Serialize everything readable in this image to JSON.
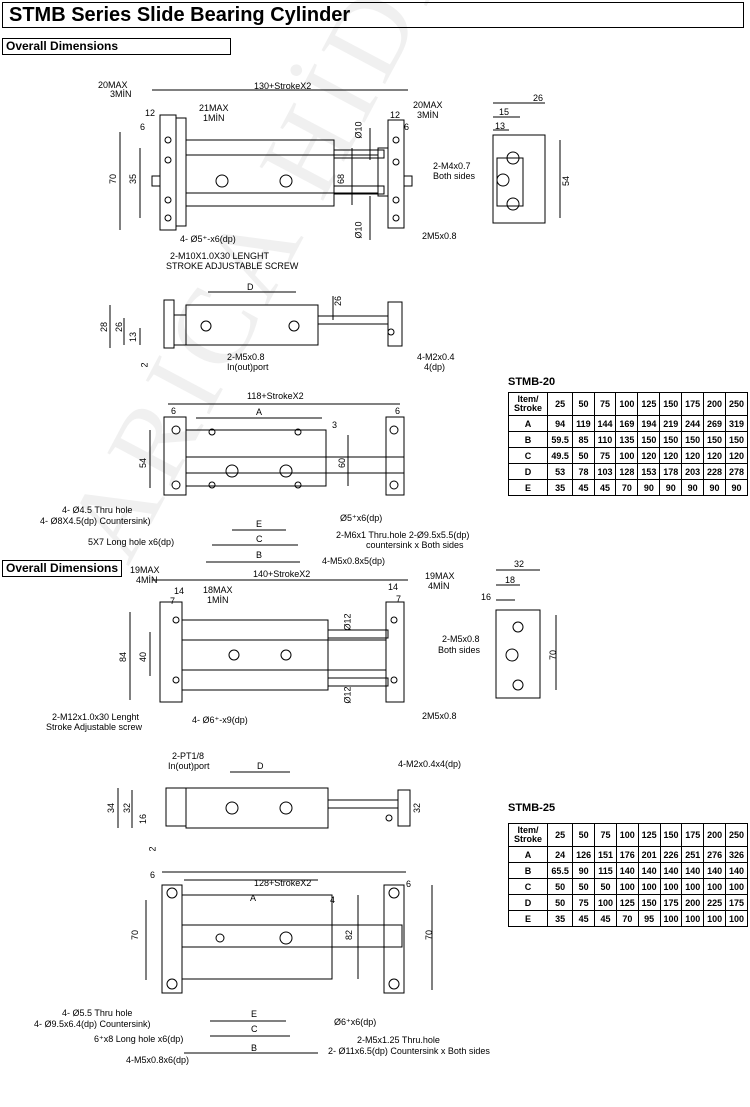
{
  "title": "STMB Series Slide Bearing Cylinder",
  "sections": [
    "Overall Dimensions",
    "Overall Dimensions"
  ],
  "watermark": "ARICA HİDROLİK",
  "stmb20": {
    "dims": {
      "max20min3_a": "20MAX",
      "max20min3_b": "3MİN",
      "length": "130+StrokeX2",
      "max21_a": "21MAX",
      "max21_b": "1MİN",
      "max20r_a": "20MAX",
      "max20r_b": "3MİN",
      "d12a": "12",
      "d6a": "6",
      "d12b": "12",
      "d6b": "6",
      "h70": "70",
      "h35": "35",
      "h68": "68",
      "phi10a": "Ø10",
      "phi10b": "Ø10",
      "hole": "4- Ø5⁺-x6(dp)",
      "screw_a": "2-M10X1.0X30 LENGHT",
      "screw_b": "STROKE ADJUSTABLE SCREW",
      "m5": "2M5x0.8",
      "end_26": "26",
      "end_15": "15",
      "end_13": "13",
      "end_54": "54",
      "end_m4_a": "2-M4x0.7",
      "end_m4_b": "Both sides",
      "side_D": "D",
      "side_26": "26",
      "side_28": "28",
      "side_26b": "26",
      "side_13": "13",
      "side_2": "2",
      "port_a": "2-M5x0.8",
      "port_b": "In(out)port",
      "m2_a": "4-M2x0.4",
      "m2_b": "4(dp)",
      "bot_len": "118+StrokeX2",
      "bot_6a": "6",
      "bot_6b": "6",
      "bot_A": "A",
      "bot_3": "3",
      "bot_54": "54",
      "bot_60": "60",
      "bot_thru_a": "4- Ø4.5 Thru hole",
      "bot_thru_b": "4- Ø8X4.5(dp) Countersink)",
      "bot_long": "5X7 Long hole x6(dp)",
      "bot_phi5": "Ø5⁺x6(dp)",
      "bot_m6_a": "2-M6x1 Thru.hole 2-Ø9.5x5.5(dp)",
      "bot_m6_b": "countersink x Both sides",
      "bot_m5": "4-M5x0.8x5(dp)",
      "bot_E": "E",
      "bot_C": "C",
      "bot_B": "B"
    },
    "table": {
      "name": "STMB-20",
      "header": [
        "Item/ Stroke",
        "25",
        "50",
        "75",
        "100",
        "125",
        "150",
        "175",
        "200",
        "250"
      ],
      "rows": [
        [
          "A",
          "94",
          "119",
          "144",
          "169",
          "194",
          "219",
          "244",
          "269",
          "319"
        ],
        [
          "B",
          "59.5",
          "85",
          "110",
          "135",
          "150",
          "150",
          "150",
          "150",
          "150"
        ],
        [
          "C",
          "49.5",
          "50",
          "75",
          "100",
          "120",
          "120",
          "120",
          "120",
          "120"
        ],
        [
          "D",
          "53",
          "78",
          "103",
          "128",
          "153",
          "178",
          "203",
          "228",
          "278"
        ],
        [
          "E",
          "35",
          "45",
          "45",
          "70",
          "90",
          "90",
          "90",
          "90",
          "90"
        ]
      ]
    }
  },
  "stmb25": {
    "dims": {
      "max19_a": "19MAX",
      "max19_b": "4MİN",
      "length": "140+StrokeX2",
      "d14a": "14",
      "d7a": "7",
      "max18_a": "18MAX",
      "max18_b": "1MİN",
      "d14b": "14",
      "d7b": "7",
      "max19r_a": "19MAX",
      "max19r_b": "4MİN",
      "h84": "84",
      "h40": "40",
      "phi12a": "Ø12",
      "phi12b": "Ø12",
      "screw_a": "2-M12x1.0x30 Lenght",
      "screw_b": "Stroke Adjustable screw",
      "hole": "4- Ø6⁺-x9(dp)",
      "m5": "2M5x0.8",
      "end_32": "32",
      "end_18": "18",
      "end_16": "16",
      "end_70": "70",
      "end_m5_a": "2-M5x0.8",
      "end_m5_b": "Both sides",
      "pt_a": "2-PT1/8",
      "pt_b": "In(out)port",
      "side_D": "D",
      "m2": "4-M2x0.4x4(dp)",
      "side_34": "34",
      "side_32": "32",
      "side_16": "16",
      "side_32b": "32",
      "side_2": "2",
      "bot_len": "128+StrokeX2",
      "bot_6a": "6",
      "bot_6b": "6",
      "bot_A": "A",
      "bot_4": "4",
      "bot_70a": "70",
      "bot_82": "82",
      "bot_70b": "70",
      "bot_thru_a": "4- Ø5.5 Thru hole",
      "bot_thru_b": "4- Ø9.5x6.4(dp) Countersink)",
      "bot_long": "6⁺x8 Long hole x6(dp)",
      "bot_m5": "4-M5x0.8x6(dp)",
      "bot_phi6": "Ø6⁺x6(dp)",
      "bot_m5b_a": "2-M5x1.25 Thru.hole",
      "bot_m5b_b": "2- Ø11x6.5(dp) Countersink x Both sides",
      "bot_E": "E",
      "bot_C": "C",
      "bot_B": "B"
    },
    "table": {
      "name": "STMB-25",
      "header": [
        "Item/ Stroke",
        "25",
        "50",
        "75",
        "100",
        "125",
        "150",
        "175",
        "200",
        "250"
      ],
      "rows": [
        [
          "A",
          "24",
          "126",
          "151",
          "176",
          "201",
          "226",
          "251",
          "276",
          "326"
        ],
        [
          "B",
          "65.5",
          "90",
          "115",
          "140",
          "140",
          "140",
          "140",
          "140",
          "140"
        ],
        [
          "C",
          "50",
          "50",
          "50",
          "100",
          "100",
          "100",
          "100",
          "100",
          "100"
        ],
        [
          "D",
          "50",
          "75",
          "100",
          "125",
          "150",
          "175",
          "200",
          "225",
          "175"
        ],
        [
          "E",
          "35",
          "45",
          "45",
          "70",
          "95",
          "100",
          "100",
          "100",
          "100"
        ]
      ]
    }
  }
}
